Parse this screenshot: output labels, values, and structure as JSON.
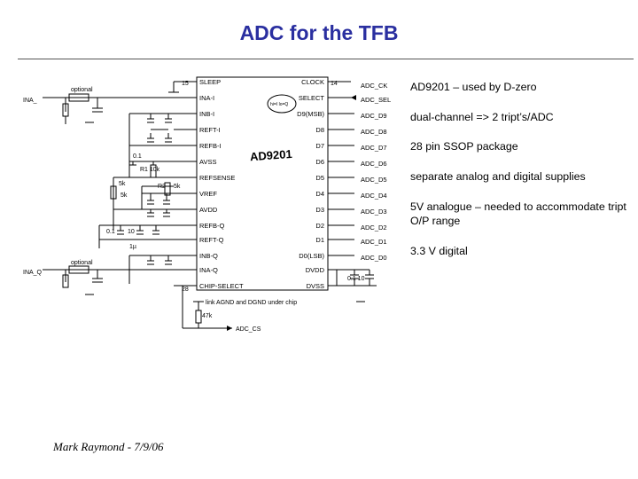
{
  "slide": {
    "title": "ADC for the TFB",
    "footer": "Mark Raymond - 7/9/06"
  },
  "notes": [
    "AD9201 – used by D-zero",
    "dual-channel => 2 tript’s/ADC",
    "28 pin SSOP package",
    "separate analog and digital supplies",
    "5V analogue – needed to accommodate tript O/P range",
    "3.3 V digital"
  ],
  "schematic": {
    "chip_name": "AD9201",
    "left_pins": [
      "SLEEP",
      "INA-I",
      "INB-I",
      "REFT-I",
      "REFB-I",
      "AVSS",
      "REFSENSE",
      "VREF",
      "AVDD",
      "REFB-Q",
      "REFT-Q",
      "INB-Q",
      "INA-Q",
      "CHIP-SELECT"
    ],
    "right_pins": [
      "CLOCK",
      "SELECT",
      "D9(MSB)",
      "D8",
      "D7",
      "D6",
      "D5",
      "D4",
      "D3",
      "D2",
      "D1",
      "D0(LSB)",
      "DVDD",
      "DVSS"
    ],
    "nets": [
      "ADC_CK",
      "ADC_SEL",
      "ADC_D9",
      "ADC_D8",
      "ADC_D7",
      "ADC_D6",
      "ADC_D5",
      "ADC_D4",
      "ADC_D3",
      "ADC_D2",
      "ADC_D1",
      "ADC_D0"
    ],
    "pin_15": "15",
    "pin_14": "14",
    "pin_28": "28",
    "input_a": "INA_",
    "input_q": "INA_Q",
    "optional_a": "optional",
    "optional_q": "optional",
    "select_note": "hi=I lo=Q",
    "r1_label": "R1 10k",
    "r2_label": "R2",
    "r_5k_a": "5k",
    "r_5k_b": "5k",
    "r_5k_c": "5k",
    "cap_01": "0.1",
    "cap_10": "10",
    "cap_small": "1µ",
    "link_note": "link AGND and DGND under chip",
    "r_47k": "47k",
    "adc_cs": "ADC_CS",
    "dvdd_caps": "0.1 10"
  }
}
